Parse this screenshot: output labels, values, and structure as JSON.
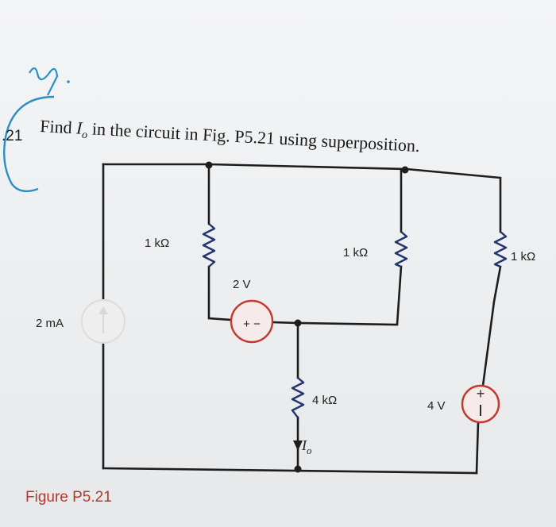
{
  "problem": {
    "number": ".21",
    "statement_before": "Find ",
    "variable": "I",
    "subscript": "o",
    "statement_after": " in the circuit in Fig. P5.21 using superposition."
  },
  "figure_caption": "Figure P5.21",
  "circuit": {
    "current_source": "2 mA",
    "resistor_left": "1 kΩ",
    "resistor_middle": "1 kΩ",
    "resistor_right": "1 kΩ",
    "resistor_bottom": "4 kΩ",
    "vsource_middle": "2 V",
    "vsource_middle_signs": "+ −",
    "vsource_right": "4 V",
    "output_current_var": "I",
    "output_current_sub": "o"
  },
  "colors": {
    "annotation_ink": "#2b8fc4",
    "caption": "#b23a2a",
    "source_outline": "#c0392b",
    "resistor_ink": "#24356e"
  }
}
